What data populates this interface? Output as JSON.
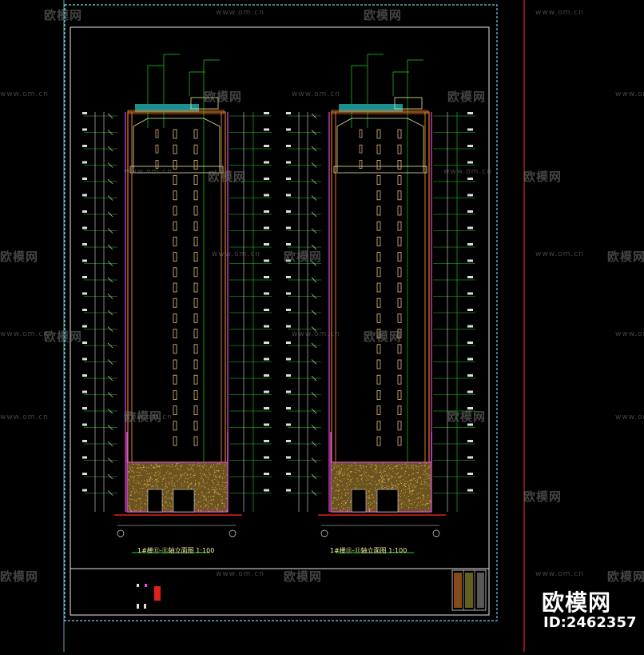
{
  "drawing": {
    "left_title": "1#楼⑪-⑪轴立面图",
    "right_title": "1#楼⑪-⑪轴立面图",
    "scale": "1:100"
  },
  "watermark": {
    "logo_text": "欧模网",
    "url_text": "www.om.cn"
  },
  "brand": {
    "name": "欧模网",
    "id": "ID:2462357"
  },
  "colors": {
    "border_cyan": "#6fd6e6",
    "red_line": "#e0211b",
    "green_dim": "#1fd01f",
    "orange_facade": "#e07a2a",
    "magenta": "#e04ee0"
  }
}
